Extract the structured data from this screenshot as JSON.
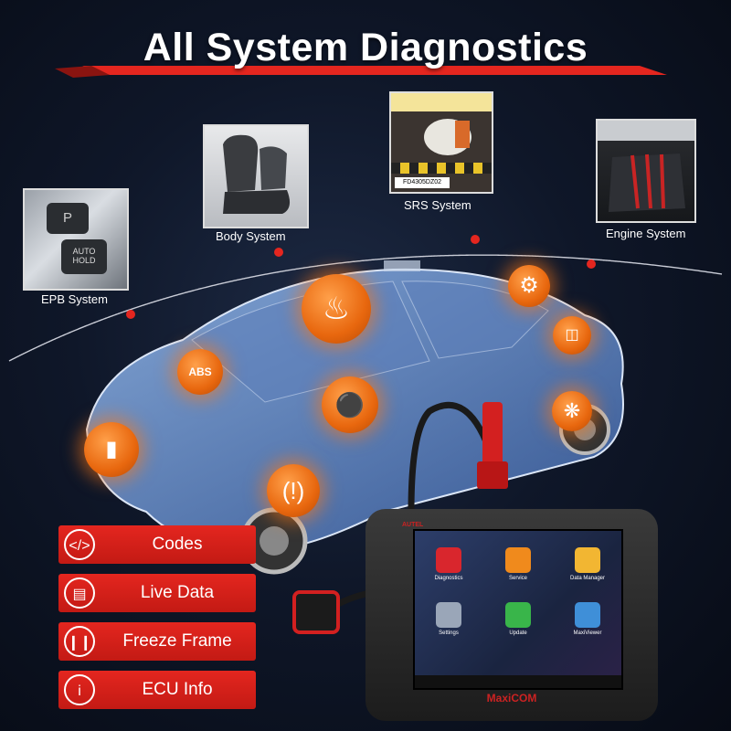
{
  "header": {
    "title": "All System Diagnostics"
  },
  "systems": [
    {
      "label": "EPB System"
    },
    {
      "label": "Body System"
    },
    {
      "label": "SRS System",
      "caption": "FD4305DZ02"
    },
    {
      "label": "Engine System"
    }
  ],
  "features": [
    {
      "label": "Codes",
      "icon": "code-icon"
    },
    {
      "label": "Live Data",
      "icon": "chart-icon"
    },
    {
      "label": "Freeze Frame",
      "icon": "pause-icon"
    },
    {
      "label": "ECU Info",
      "icon": "info-icon"
    }
  ],
  "epb_buttons": {
    "p": "P",
    "auto": "AUTO",
    "hold": "HOLD"
  },
  "car_icons": [
    "abs-icon",
    "seat-icon",
    "airbag-icon",
    "gear-icon",
    "battery-icon",
    "tire-pressure-icon",
    "wheel-icon",
    "fuel-icon"
  ],
  "device": {
    "brand_small": "AUTEL",
    "brand": "MaxiCOM",
    "apps": [
      {
        "label": "Diagnostics",
        "color": "#d9262d"
      },
      {
        "label": "Service",
        "color": "#f08a1c"
      },
      {
        "label": "Data Manager",
        "color": "#f2b632"
      },
      {
        "label": "Settings",
        "color": "#9aa6b8"
      },
      {
        "label": "Update",
        "color": "#39b54a"
      },
      {
        "label": "MaxiViewer",
        "color": "#3f8fd8"
      }
    ]
  },
  "colors": {
    "accent": "#e4261f",
    "glow": "#f07a18"
  }
}
